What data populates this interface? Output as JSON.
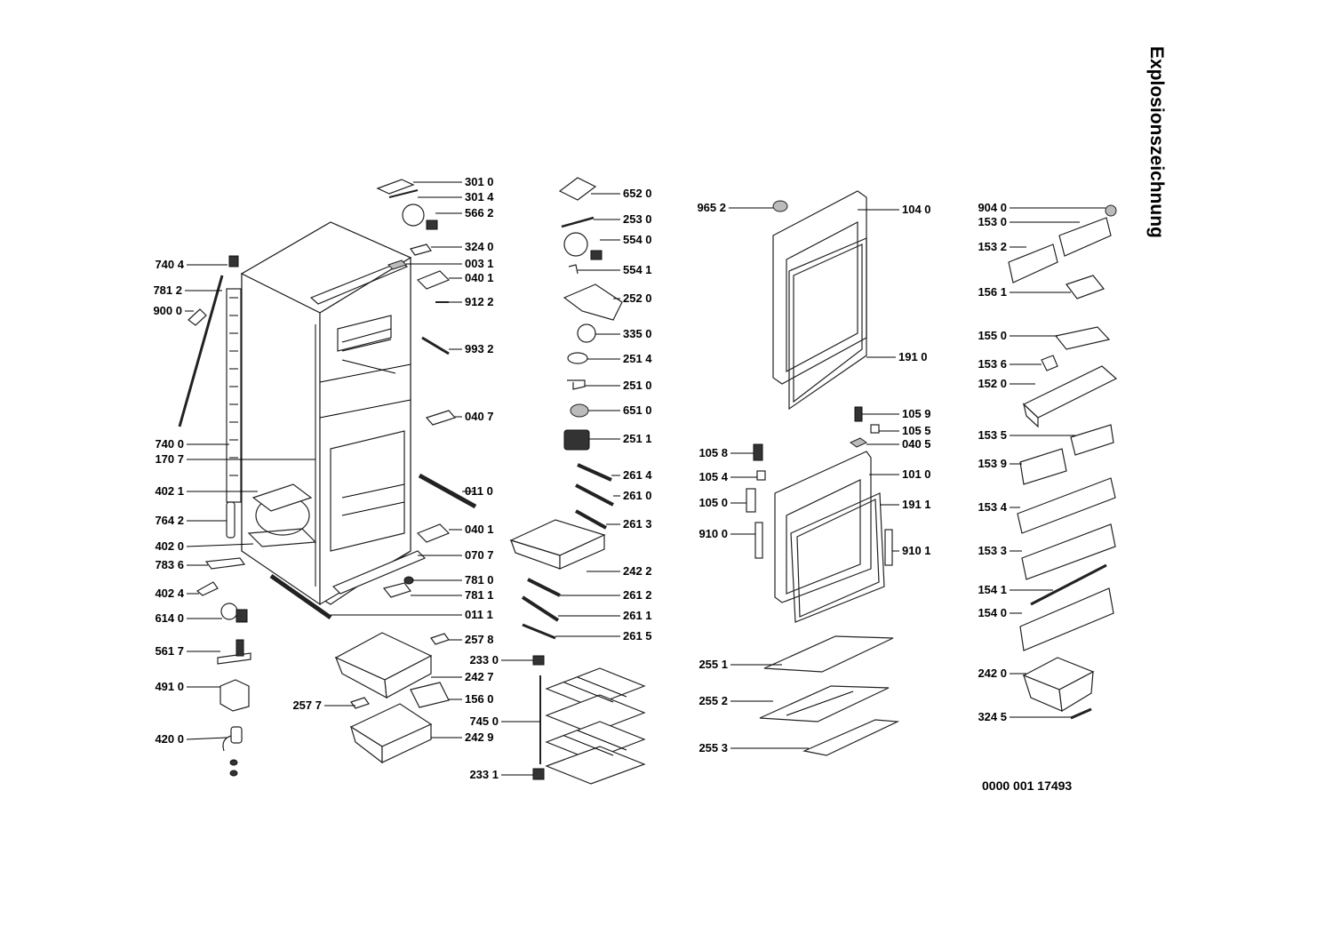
{
  "title": "Explosionszeichnung",
  "document_number": "0000 001 17493",
  "labels": {
    "l3010": "301 0",
    "l3014": "301 4",
    "l5662": "566 2",
    "l3240": "324 0",
    "l0031": "003 1",
    "l0401a": "040 1",
    "l9122": "912 2",
    "l9932": "993 2",
    "l0407": "040 7",
    "l0110": "011 0",
    "l0401b": "040 1",
    "l0707": "070 7",
    "l7810": "781 0",
    "l7811": "781 1",
    "l0111": "011 1",
    "l7404": "740 4",
    "l7812": "781 2",
    "l9000": "900 0",
    "l7400": "740 0",
    "l1707": "170 7",
    "l4021": "402 1",
    "l7642": "764 2",
    "l4020": "402 0",
    "l7836": "783 6",
    "l4024": "402 4",
    "l6140": "614 0",
    "l5617": "561 7",
    "l4910": "491 0",
    "l4200": "420 0",
    "l6520": "652 0",
    "l2530": "253 0",
    "l5540": "554 0",
    "l5541": "554 1",
    "l2520": "252 0",
    "l3350": "335 0",
    "l2514": "251 4",
    "l2510": "251 0",
    "l6510": "651 0",
    "l2511": "251 1",
    "l2614": "261 4",
    "l2610": "261 0",
    "l2613": "261 3",
    "l2422": "242 2",
    "l2612": "261 2",
    "l2611": "261 1",
    "l2615": "261 5",
    "l2578": "257 8",
    "l2330": "233 0",
    "l2427": "242 7",
    "l1560": "156 0",
    "l2577": "257 7",
    "l7450": "745 0",
    "l2429": "242 9",
    "l2331": "233 1",
    "l9652": "965 2",
    "l1040": "104 0",
    "l1910": "191 0",
    "l1059": "105 9",
    "l1055": "105 5",
    "l0405": "040 5",
    "l1058": "105 8",
    "l1054": "105 4",
    "l1010": "101 0",
    "l1050": "105 0",
    "l1911": "191 1",
    "l9100": "910 0",
    "l9101": "910 1",
    "l2551": "255 1",
    "l2552": "255 2",
    "l2553": "255 3",
    "l9040": "904 0",
    "l1530": "153 0",
    "l1532": "153 2",
    "l1561": "156 1",
    "l1550": "155 0",
    "l1536": "153 6",
    "l1520": "152 0",
    "l1535": "153 5",
    "l1539": "153 9",
    "l1534": "153 4",
    "l1533": "153 3",
    "l1541": "154 1",
    "l1540": "154 0",
    "l2420": "242 0",
    "l3245": "324 5"
  }
}
